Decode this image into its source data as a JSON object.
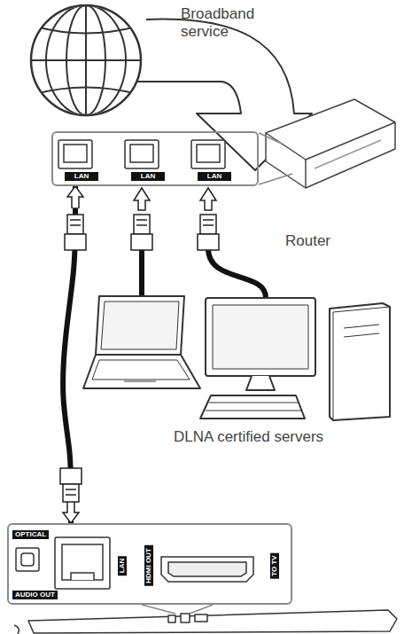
{
  "diagram": {
    "nodes": [
      {
        "text": [
          "LAN",
          "LAN",
          "LAN"
        ]
      },
      {
        "text": [
          "OPTICAL",
          "AUDIO OUT",
          "LAN",
          "HDMI OUT",
          "TO TV"
        ]
      }
    ],
    "edges": [
      {
        "from": 0,
        "to": 1,
        "arrow": "both"
      }
    ],
    "labels": [
      "Broadband service",
      "Router",
      "DLNA certified servers"
    ]
  }
}
